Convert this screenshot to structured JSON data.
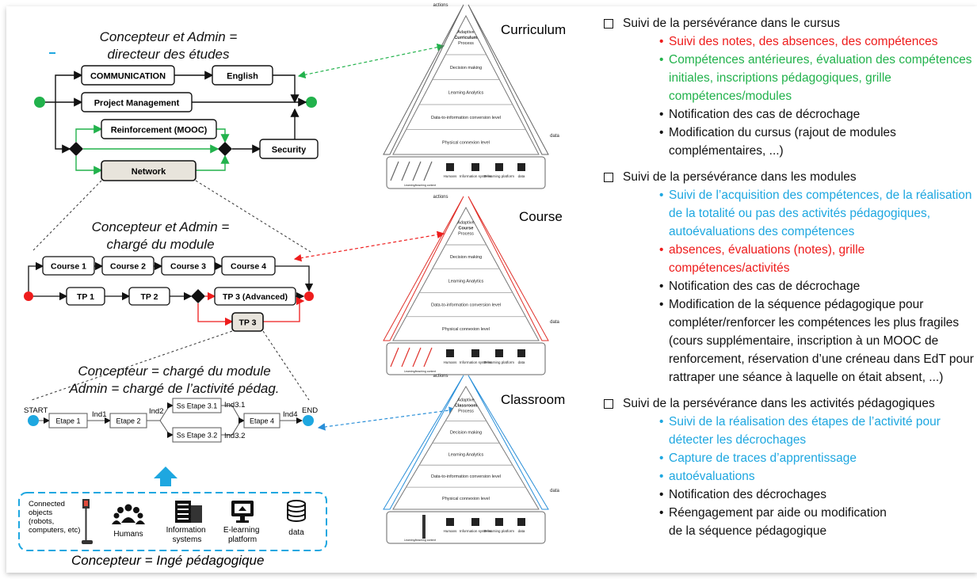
{
  "captions": {
    "top": "Concepteur et Admin =\ndirecteur des études",
    "middle": "Concepteur et Admin =\nchargé du module",
    "lower1": "Concepteur = chargé du module",
    "lower2": "Admin = chargé de l’activité pédag.",
    "bottom": "Concepteur = Ingé pédagogique"
  },
  "curriculum_nodes": {
    "communication": "COMMUNICATION",
    "english": "English",
    "project": "Project Management",
    "reinforcement": "Reinforcement (MOOC)",
    "security": "Security",
    "network": "Network"
  },
  "module_nodes": {
    "course1": "Course 1",
    "course2": "Course 2",
    "course3": "Course 3",
    "course4": "Course 4",
    "tp1": "TP 1",
    "tp2": "TP 2",
    "tp3adv": "TP 3 (Advanced)",
    "tp3": "TP 3"
  },
  "activity_nodes": {
    "start": "START",
    "end": "END",
    "etape1": "Etape 1",
    "etape2": "Etape 2",
    "etape31": "Ss Etape 3.1",
    "etape32": "Ss Etape 3.2",
    "etape4": "Etape 4",
    "ind1": "Ind1",
    "ind2": "Ind2",
    "ind31": "Ind3.1",
    "ind32": "Ind3.2",
    "ind4": "Ind4"
  },
  "sources": {
    "connected": "Connected\nobjects\n(robots,\ncomputers, etc)",
    "humans": "Humans",
    "information": "Information\nsystems",
    "elearning": "E-learning\nplatform",
    "data": "data"
  },
  "pyramid_common": {
    "actions": "actions",
    "data": "data",
    "decision": "Decision making",
    "analytics": "Learning Analytics",
    "conversion": "Data-to-information conversion level",
    "physical": "Physical connexion level",
    "context": "Learning/teaching context",
    "mini_humans": "Humans",
    "mini_info": "Information systems",
    "mini_elearning": "E-learning platform",
    "mini_data": "data"
  },
  "pyramids": [
    {
      "title": "Curriculum",
      "top_label": "Adaptive Curriculum Process",
      "color": "#5cb85c",
      "line_color": "#666666"
    },
    {
      "title": "Course",
      "top_label": "Adaptive Course Process",
      "color": "#e0312b",
      "line_color": "#e0312b"
    },
    {
      "title": "Classroom",
      "top_label": "Adaptive Classroom Process",
      "color": "#2a8fd8",
      "line_color": "#2a8fd8"
    }
  ],
  "colors": {
    "red": "#ee1c1c",
    "green": "#22b24c",
    "blue": "#1ea7e0",
    "black": "#111111"
  },
  "sections": [
    {
      "title": "Suivi de la persévérance dans le cursus",
      "items": [
        {
          "text": "Suivi des notes, des absences, des compétences",
          "color": "red"
        },
        {
          "text": "Compétences antérieures, évaluation des compétences initiales, inscriptions pédagogiques, grille compétences/modules",
          "color": "green"
        },
        {
          "text": "Notification des cas de décrochage",
          "color": "black"
        },
        {
          "text": "Modification du cursus (rajout de modules complémentaires, ...)",
          "color": "black"
        }
      ]
    },
    {
      "title": "Suivi de la persévérance dans les modules",
      "items": [
        {
          "text": "Suivi de l’acquisition des compétences, de la réalisation de la totalité ou pas des activités pédagogiques, autoévaluations des compétences",
          "color": "blue"
        },
        {
          "text": "absences, évaluations (notes), grille compétences/activités",
          "color": "red"
        },
        {
          "text": "Notification des cas de décrochage",
          "color": "black"
        },
        {
          "text": "Modification de la séquence pédagogique pour compléter/renforcer les compétences les plus fragiles (cours supplémentaire, inscription à un MOOC de renforcement, réservation d’une créneau dans EdT pour rattraper une séance à laquelle on était absent, ...)",
          "color": "black"
        }
      ]
    },
    {
      "title": "Suivi de la persévérance dans les activités pédagogiques",
      "items": [
        {
          "text": "Suivi de la réalisation des étapes de l’activité pour détecter les décrochages",
          "color": "blue"
        },
        {
          "text": "Capture de traces d’apprentissage",
          "color": "blue"
        },
        {
          "text": "autoévaluations",
          "color": "blue"
        },
        {
          "text": "Notification des décrochages",
          "color": "black"
        },
        {
          "text": "Réengagement par aide ou modification\nde la séquence pédagogique",
          "color": "black"
        }
      ]
    }
  ]
}
